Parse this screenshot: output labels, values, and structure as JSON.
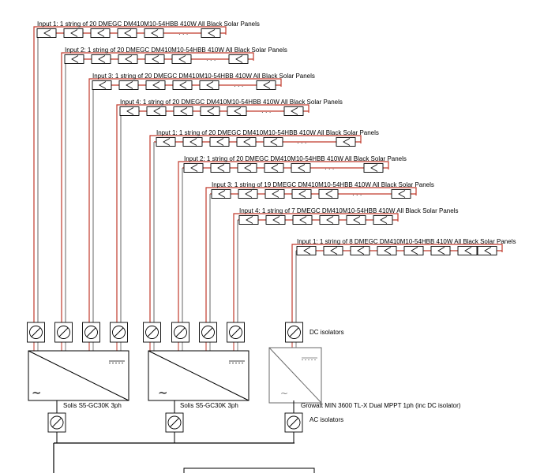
{
  "diagram": {
    "strings": [
      {
        "label": "Input 1: 1 string of 20 DMEGC DM410M10-54HBB 410W All Black Solar Panels"
      },
      {
        "label": "Input 2: 1 string of 20 DMEGC DM410M10-54HBB 410W All Black Solar Panels"
      },
      {
        "label": "Input 3: 1 string of 20 DMEGC DM410M10-54HBB 410W All Black Solar Panels"
      },
      {
        "label": "Input 4: 1 string of 20 DMEGC DM410M10-54HBB 410W All Black Solar Panels"
      },
      {
        "label": "Input 1: 1 string of 20 DMEGC DM410M10-54HBB 410W All Black Solar Panels"
      },
      {
        "label": "Input 2: 1 string of 20 DMEGC DM410M10-54HBB 410W All Black Solar Panels"
      },
      {
        "label": "Input 3: 1 string of 19 DMEGC DM410M10-54HBB 410W All Black Solar Panels"
      },
      {
        "label": "Input 4: 1 string of 7 DMEGC DM410M10-54HBB 410W All Black Solar Panels"
      },
      {
        "label": "Input 1: 1 string of 8 DMEGC DM410M10-54HBB 410W All Black Solar Panels"
      }
    ],
    "ellipsis": "·  ·  ·",
    "dc_isolators_label": "DC isolators",
    "ac_isolators_label": "AC isolators",
    "inverters": [
      {
        "label": "Solis S5-GC30K 3ph"
      },
      {
        "label": "Solis S5-GC30K 3ph"
      },
      {
        "label": "Growatt MIN 3600 TL-X Dual MPPT 1ph (inc DC isolator)"
      }
    ],
    "ac_symbol": "~",
    "colors": {
      "line": "#000000",
      "wire_red": "#c0392b",
      "wire_grey": "#7f7f7f",
      "inverter_stroke": "#6a6a6a"
    }
  }
}
